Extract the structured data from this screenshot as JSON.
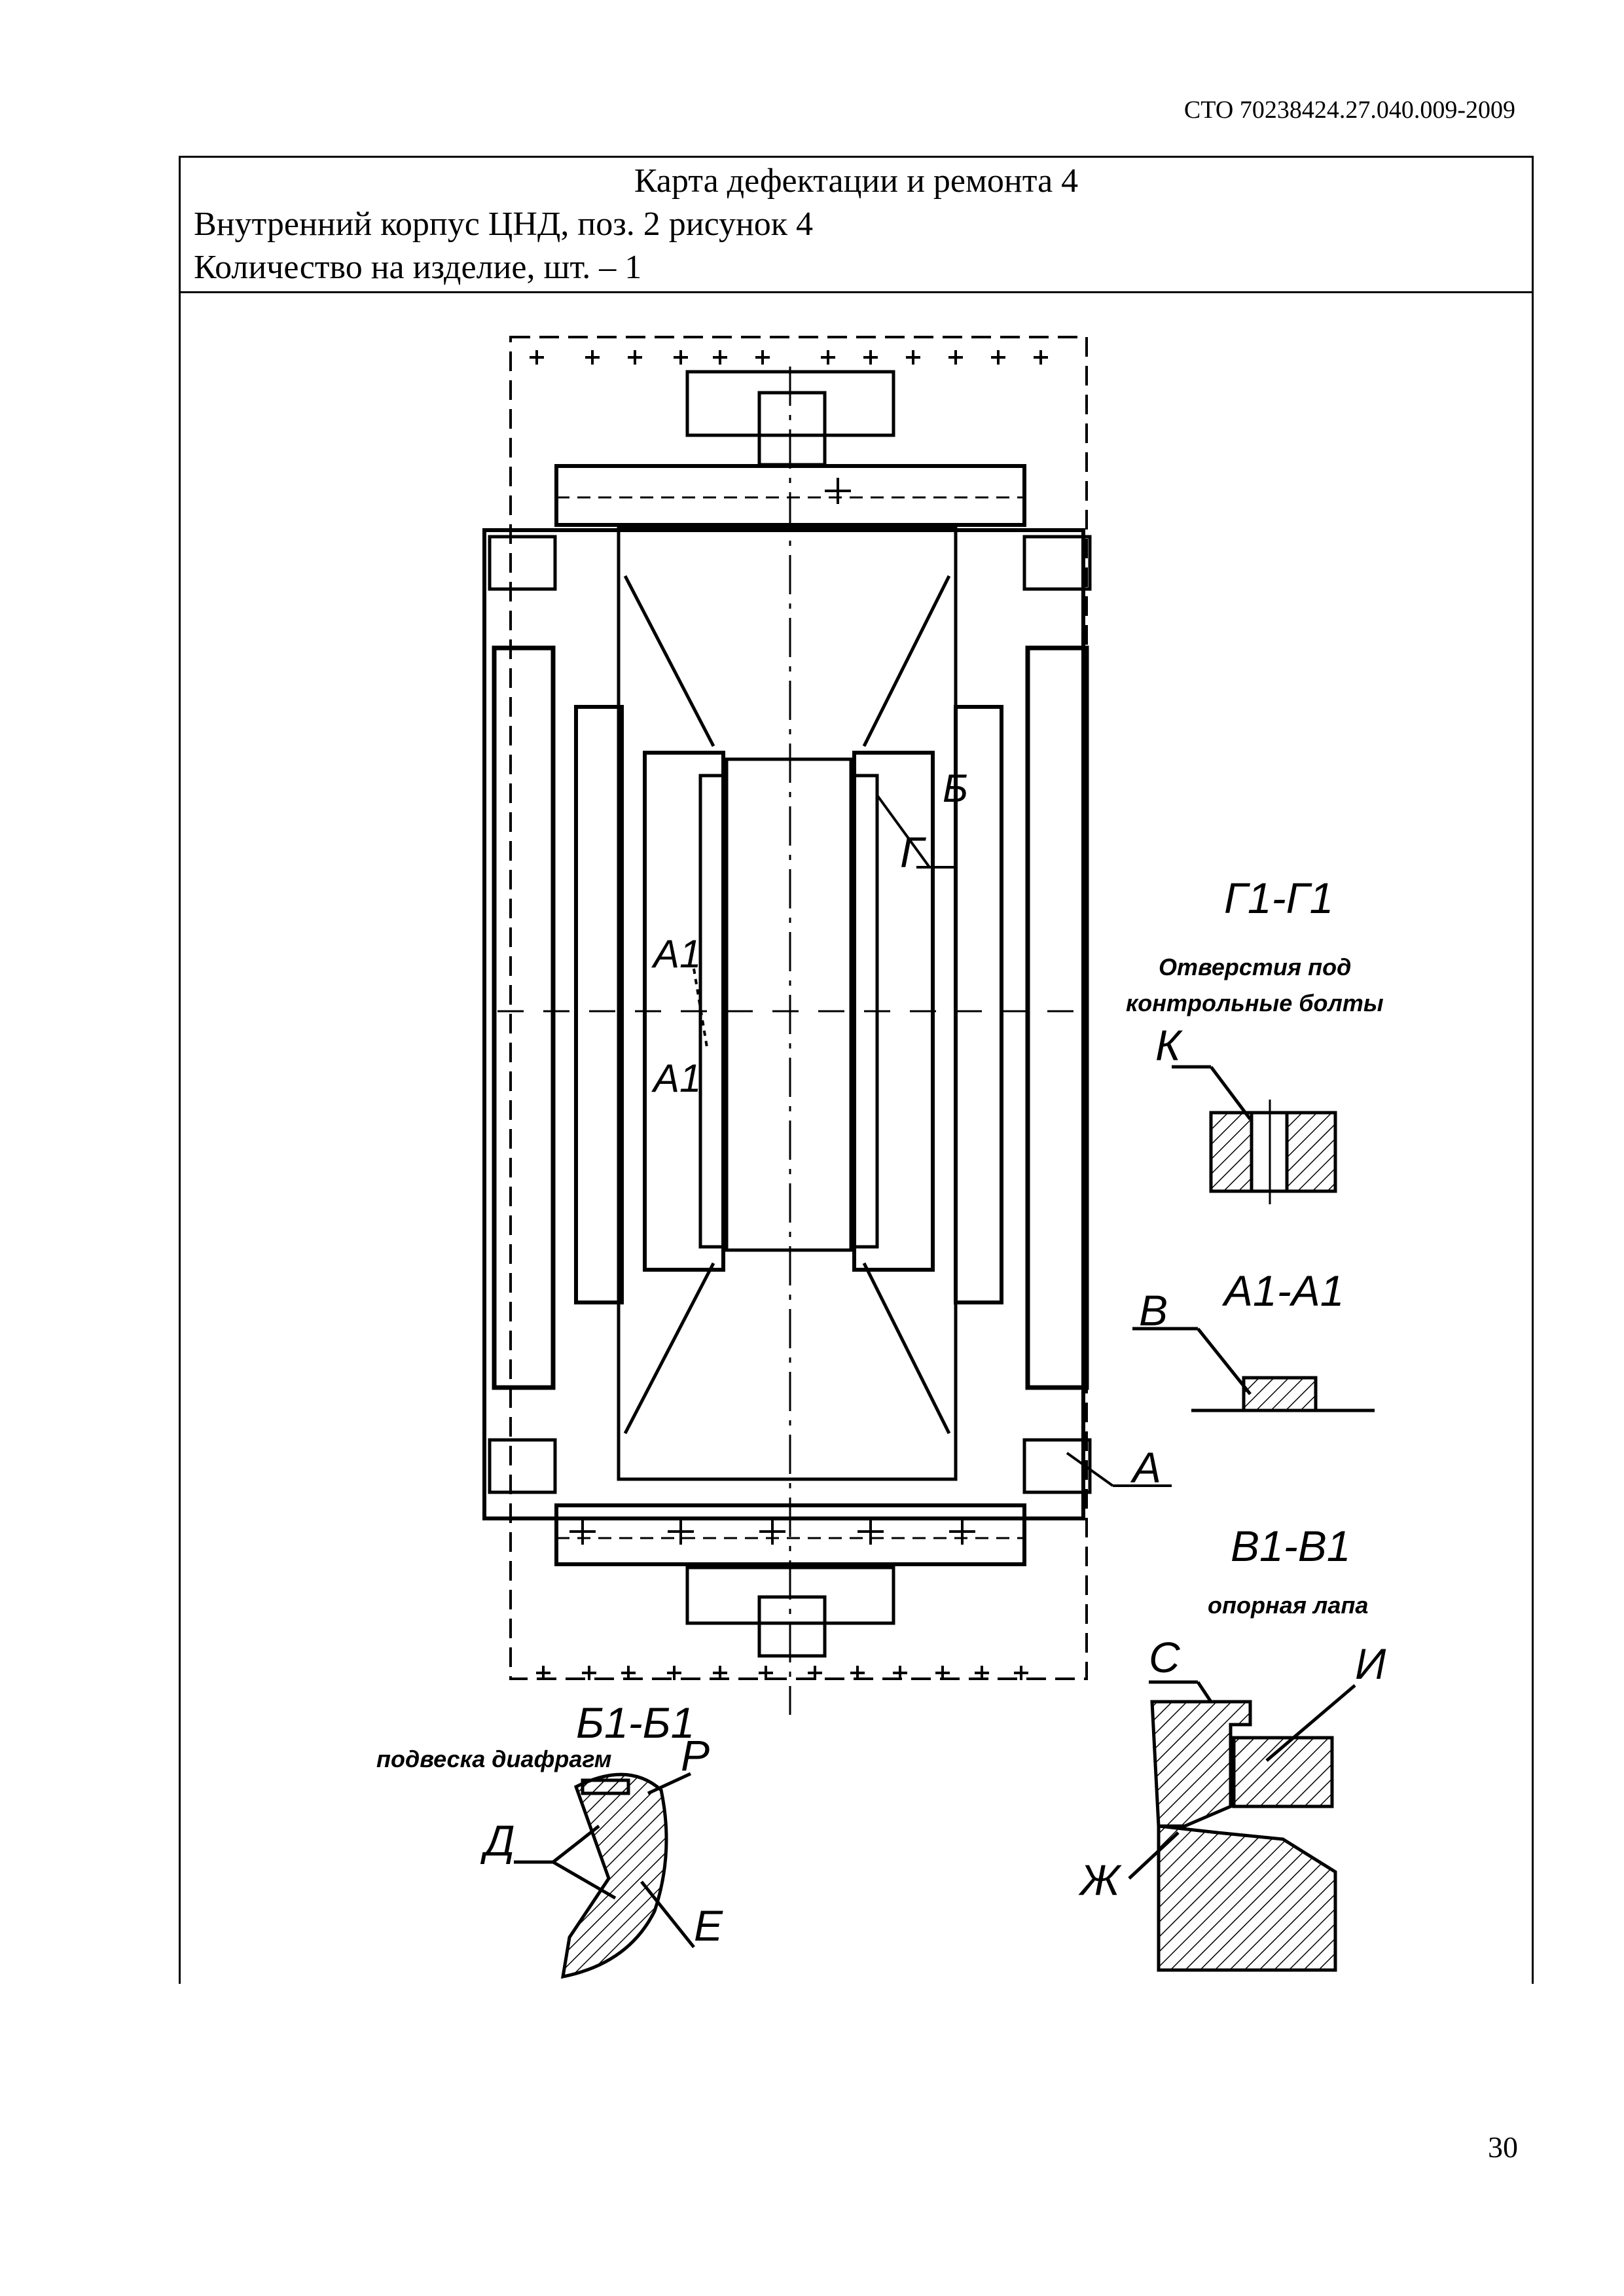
{
  "header": {
    "doc_code": "СТО 70238424.27.040.009-2009"
  },
  "card": {
    "title": "Карта дефектации и ремонта 4",
    "line1": "Внутренний корпус ЦНД, поз. 2 рисунок 4",
    "line2": "Количество на изделие, шт. – 1"
  },
  "drawing": {
    "labels": {
      "b": "Б",
      "g": "Г",
      "a1_top": "А1",
      "a1_bottom": "А1",
      "a": "А",
      "g1g1": "Г1-Г1",
      "k": "К",
      "a1a1": "А1-А1",
      "v": "В",
      "v1v1": "В1-В1",
      "s": "С",
      "i": "И",
      "zh": "Ж",
      "b1b1": "Б1-Б1",
      "r": "Р",
      "d": "Д",
      "e": "Е"
    },
    "notes": {
      "holes_line1": "Отверстия под",
      "holes_line2": "контрольные болты",
      "support_paw": "опорная лапа",
      "diaphragm_suspension": "подвеска диафрагм"
    }
  },
  "footer": {
    "page_number": "30"
  }
}
